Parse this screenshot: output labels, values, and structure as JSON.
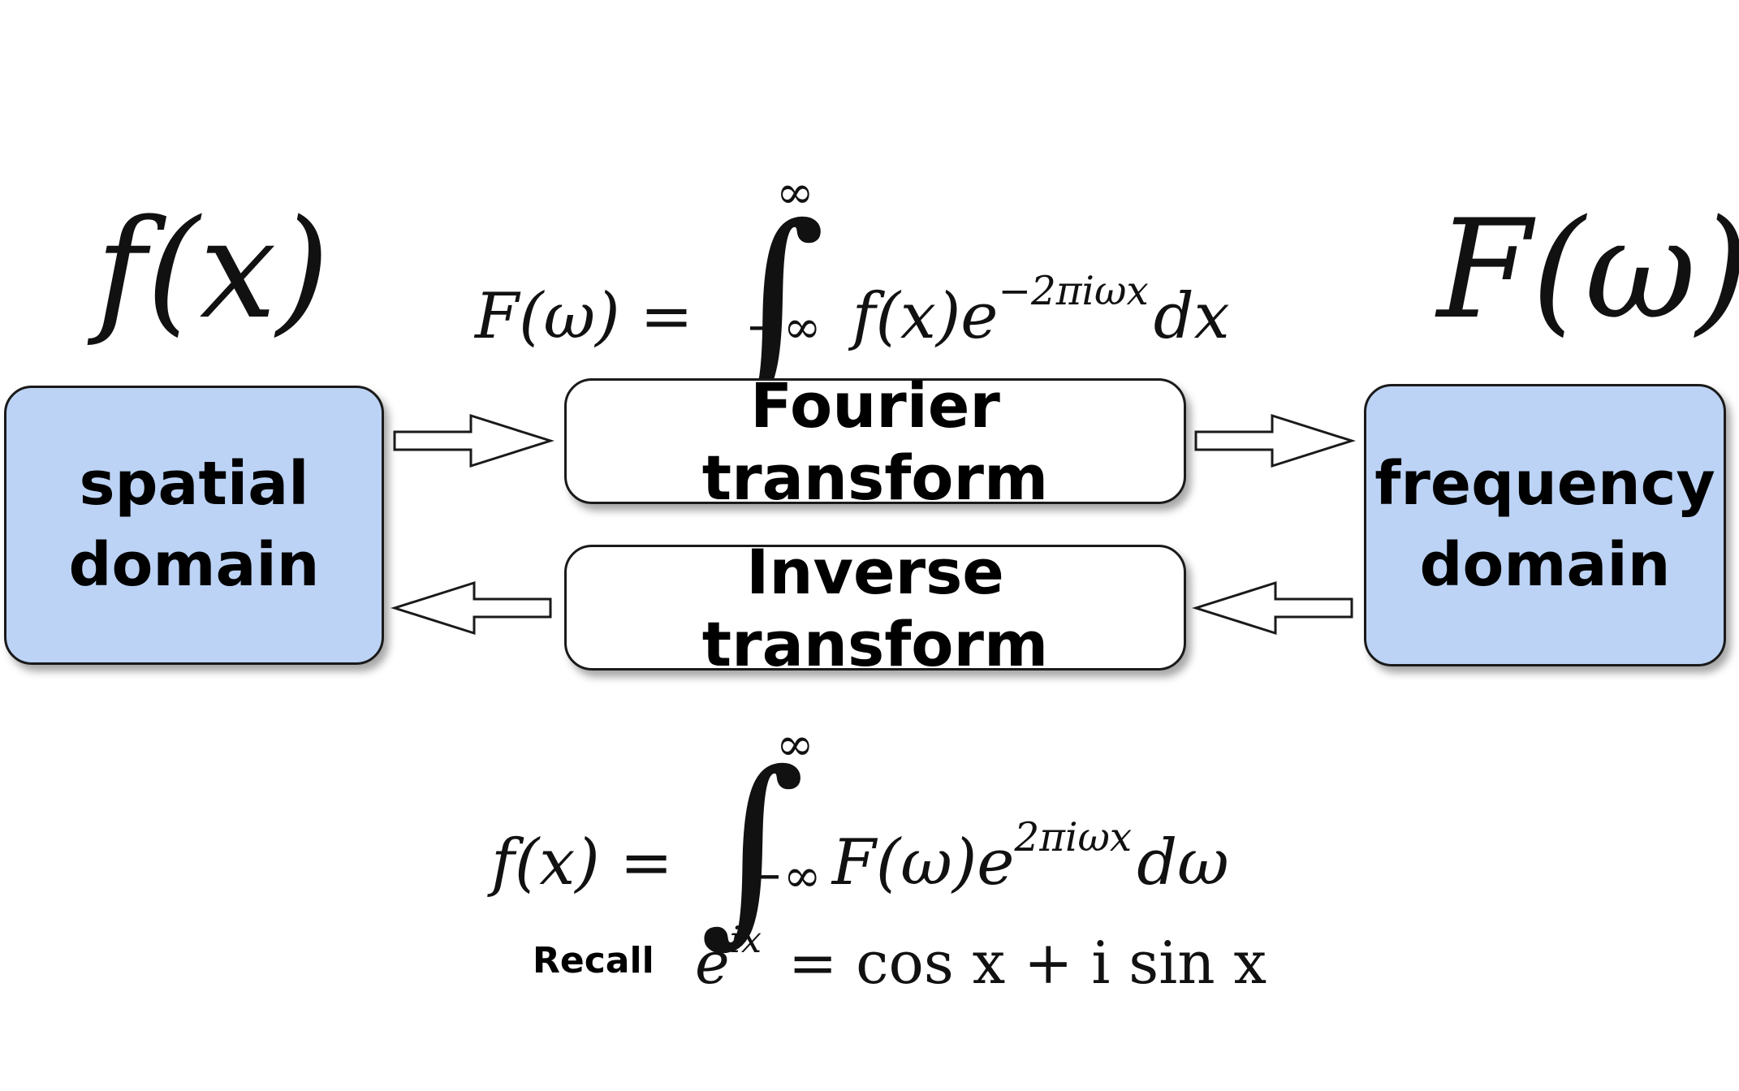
{
  "spatial_function": "f(x)",
  "frequency_function": "F(ω)",
  "boxes": {
    "spatial_domain": [
      "spatial",
      "domain"
    ],
    "frequency_domain": [
      "frequency",
      "domain"
    ],
    "forward": "Fourier transform",
    "inverse": "Inverse transform"
  },
  "forward_equation": {
    "lhs": "F(ω) =",
    "integrand": "f(x)e",
    "exponent": "−2πiωx",
    "differential": "dx",
    "upper_limit": "∞",
    "lower_limit": "−∞"
  },
  "inverse_equation": {
    "lhs": "f(x) =",
    "integrand": "F(ω)e",
    "exponent": "2πiωx",
    "differential": "dω",
    "upper_limit": "∞",
    "lower_limit": "−∞"
  },
  "recall": {
    "label": "Recall",
    "lhs_base": "e",
    "lhs_exponent": "ix",
    "rhs": "= cos x + i sin x"
  },
  "colors": {
    "domain_box_fill": "#bcd3f5",
    "transform_box_fill": "#ffffff",
    "stroke": "#1a1a1a"
  }
}
